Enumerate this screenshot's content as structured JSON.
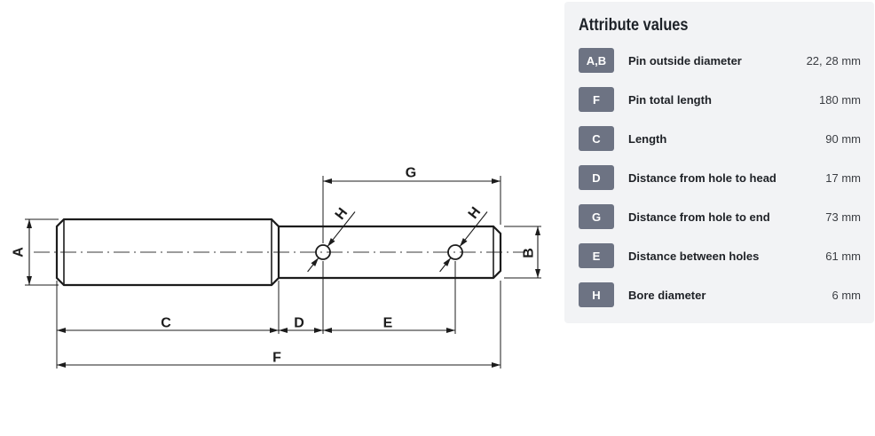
{
  "theme": {
    "panel_background": "#f2f3f5",
    "badge_background": "#6d7383",
    "badge_text": "#ffffff",
    "drawing_line": "#1c1c1c"
  },
  "drawing": {
    "labels": {
      "a": "A",
      "b": "B",
      "c": "C",
      "d": "D",
      "e": "E",
      "f": "F",
      "g": "G",
      "h_left": "H",
      "h_right": "H"
    }
  },
  "attributes": {
    "title": "Attribute values",
    "rows": [
      {
        "badge": "A,B",
        "label": "Pin outside diameter",
        "value": "22, 28 mm"
      },
      {
        "badge": "F",
        "label": "Pin total length",
        "value": "180 mm"
      },
      {
        "badge": "C",
        "label": "Length",
        "value": "90 mm"
      },
      {
        "badge": "D",
        "label": "Distance from hole to head",
        "value": "17 mm"
      },
      {
        "badge": "G",
        "label": "Distance from hole to end",
        "value": "73 mm"
      },
      {
        "badge": "E",
        "label": "Distance between holes",
        "value": "61 mm"
      },
      {
        "badge": "H",
        "label": "Bore diameter",
        "value": "6 mm"
      }
    ]
  }
}
